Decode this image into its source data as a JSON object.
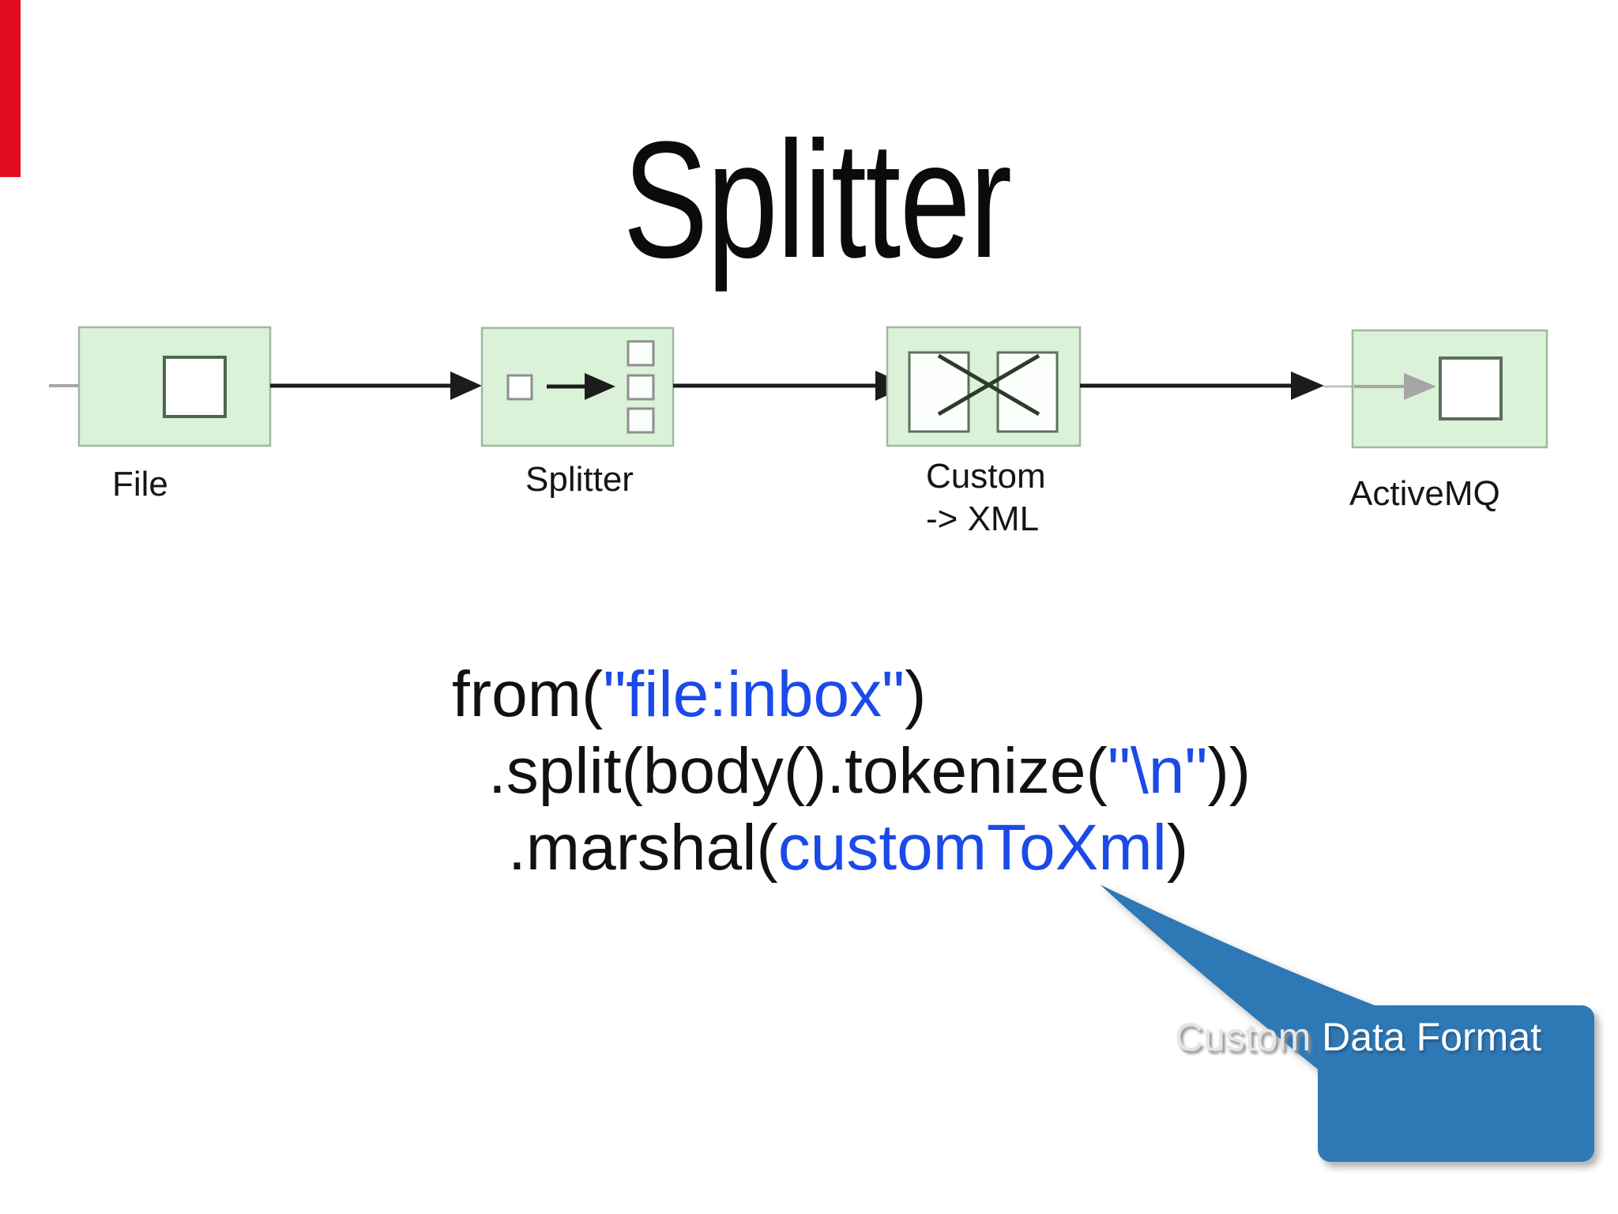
{
  "slide": {
    "title": "Splitter"
  },
  "colors": {
    "red_bar": "#e30b1e",
    "node_fill": "#daf3d8",
    "node_border": "#9fb89f",
    "code_blue": "#1b4ae8",
    "callout_blue": "#2e78b5",
    "arrow_black": "#1c1c1c",
    "arrow_gray": "#a6a6a6"
  },
  "diagram": {
    "nodes": [
      {
        "label": "File"
      },
      {
        "label": "Splitter"
      },
      {
        "label_line1": "Custom",
        "label_line2": "-> XML"
      },
      {
        "label": "ActiveMQ"
      }
    ]
  },
  "code": {
    "lines": [
      {
        "segments": [
          {
            "text": "from(",
            "color": "black"
          },
          {
            "text": "\"file:inbox\"",
            "color": "blue"
          },
          {
            "text": ")",
            "color": "black"
          }
        ]
      },
      {
        "segments": [
          {
            "text": ".split(body().tokenize(",
            "color": "black"
          },
          {
            "text": "\"\\n\"",
            "color": "blue"
          },
          {
            "text": "))",
            "color": "black"
          }
        ]
      },
      {
        "segments": [
          {
            "text": ".marshal(",
            "color": "black"
          },
          {
            "text": "customToXml",
            "color": "blue"
          },
          {
            "text": ")",
            "color": "black"
          }
        ]
      }
    ]
  },
  "callout": {
    "ghost_text": "Custom ",
    "box_text": "Data Format"
  }
}
